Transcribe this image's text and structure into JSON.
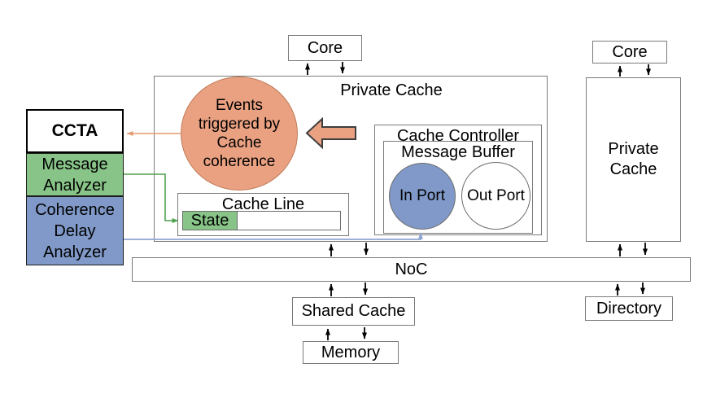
{
  "colors": {
    "orange": "#EAA182",
    "green": "#88C488",
    "blue": "#8099C8",
    "line_orange": "#E49A74",
    "line_green": "#4EA24E",
    "line_blue": "#8FA5D3",
    "border_gray": "#7A7A7A",
    "border_dark": "#1C1C1C",
    "text": "#000000"
  },
  "nodes": {
    "core_left": {
      "label": "Core"
    },
    "core_right": {
      "label": "Core"
    },
    "private_cache_main": {
      "label": "Private Cache"
    },
    "private_cache_right": {
      "label": "Private\nCache"
    },
    "ccta": {
      "label": "CCTA"
    },
    "message_analyzer": {
      "label": "Message\nAnalyzer"
    },
    "coherence_delay_analyzer": {
      "label": "Coherence\nDelay\nAnalyzer"
    },
    "events_circle": {
      "label": "Events\ntriggered by\nCache\ncoherence"
    },
    "cache_line": {
      "label": "Cache Line"
    },
    "state_cell": {
      "label": "State"
    },
    "cache_controller": {
      "label": "Cache Controller"
    },
    "message_buffer": {
      "label": "Message Buffer"
    },
    "in_port": {
      "label": "In Port"
    },
    "out_port": {
      "label": "Out Port"
    },
    "noc": {
      "label": "NoC"
    },
    "shared_cache": {
      "label": "Shared Cache"
    },
    "memory": {
      "label": "Memory"
    },
    "directory": {
      "label": "Directory"
    }
  }
}
